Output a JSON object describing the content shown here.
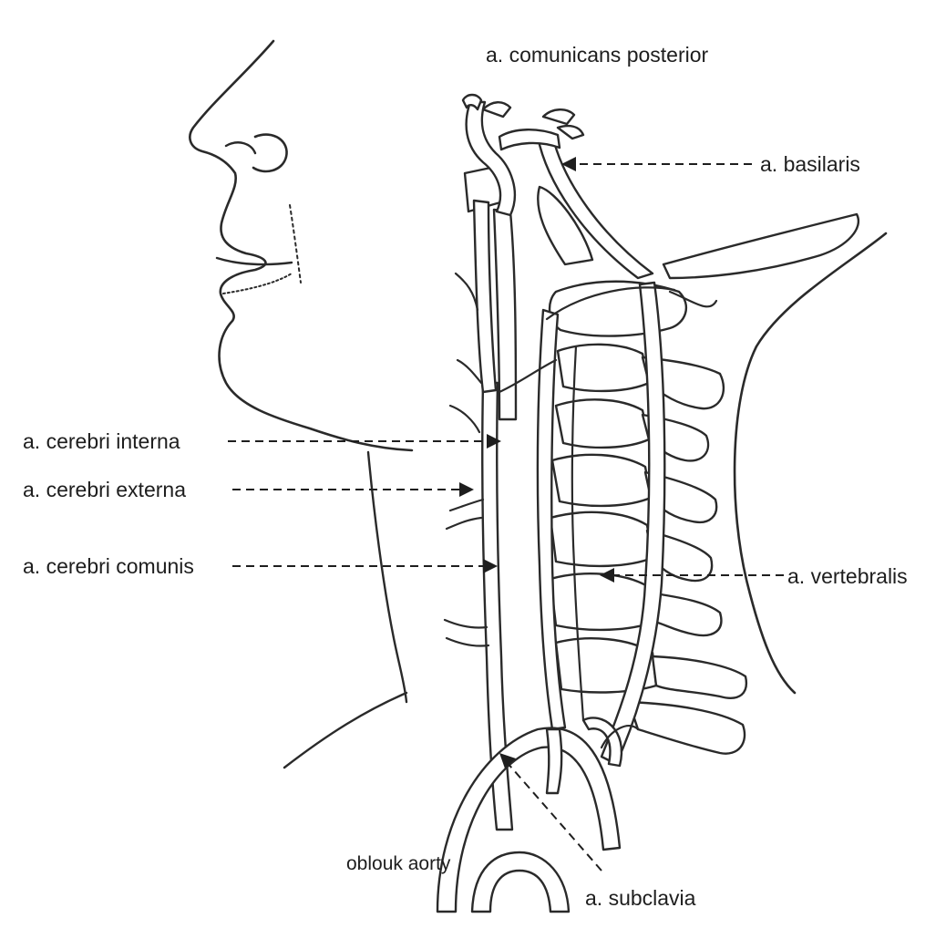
{
  "labels": {
    "comunicans_posterior": "a. comunicans posterior",
    "basilaris": "a. basilaris",
    "cerebri_interna": "a. cerebri interna",
    "cerebri_externa": "a. cerebri externa",
    "cerebri_comunis": "a. cerebri comunis",
    "vertebralis": "a. vertebralis",
    "oblouk_aorty": "oblouk aorty",
    "subclavia": "a. subclavia"
  },
  "colors": {
    "ink": "#2a2a2a",
    "background": "#ffffff"
  }
}
